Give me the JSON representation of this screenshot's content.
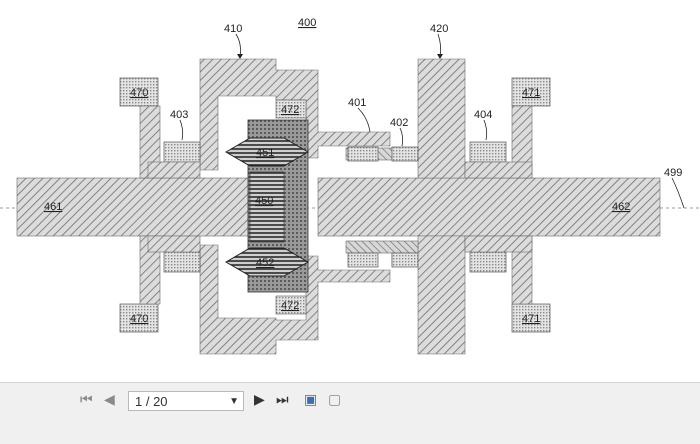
{
  "diagram": {
    "labels": {
      "n400": "400",
      "n410": "410",
      "n420": "420",
      "n401": "401",
      "n402": "402",
      "n403": "403",
      "n404": "404",
      "n450": "450",
      "n451": "451",
      "n452": "452",
      "n461": "461",
      "n462": "462",
      "n470": "470",
      "n471": "471",
      "n472": "472",
      "n499": "499"
    }
  },
  "toolbar": {
    "page_value": "1 / 20"
  },
  "icons": {
    "first": "first-page-icon",
    "prev": "prev-page-icon",
    "next": "next-page-icon",
    "last": "last-page-icon",
    "dropdown": "chevron-down-icon",
    "tool1": "save-page-icon",
    "tool2": "print-page-icon"
  }
}
